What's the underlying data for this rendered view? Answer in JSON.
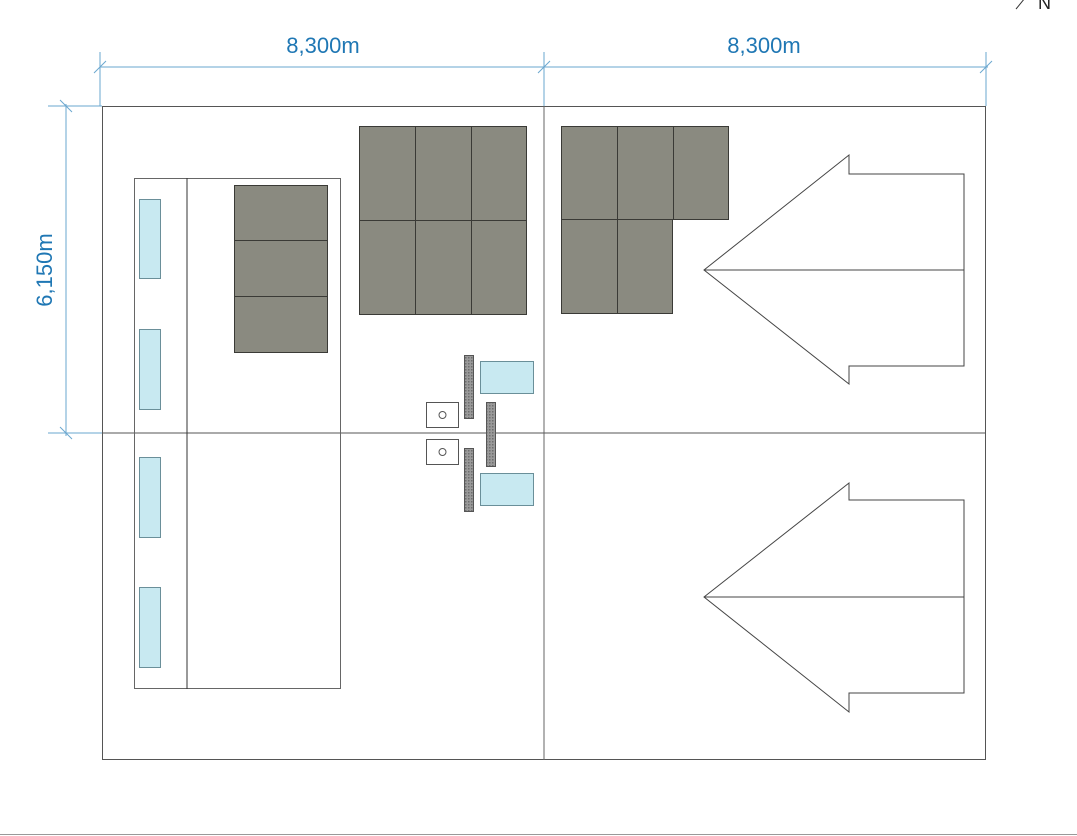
{
  "dimensions": {
    "top_left": "8,300m",
    "top_right": "8,300m",
    "left": "6,150m"
  },
  "north_label": "N",
  "colors": {
    "dimension": "#1f77b4",
    "outline": "#555555",
    "dark_panel": "#8a8a80",
    "light_panel": "#c8e9f1",
    "hatch": "#8c8c8c"
  }
}
